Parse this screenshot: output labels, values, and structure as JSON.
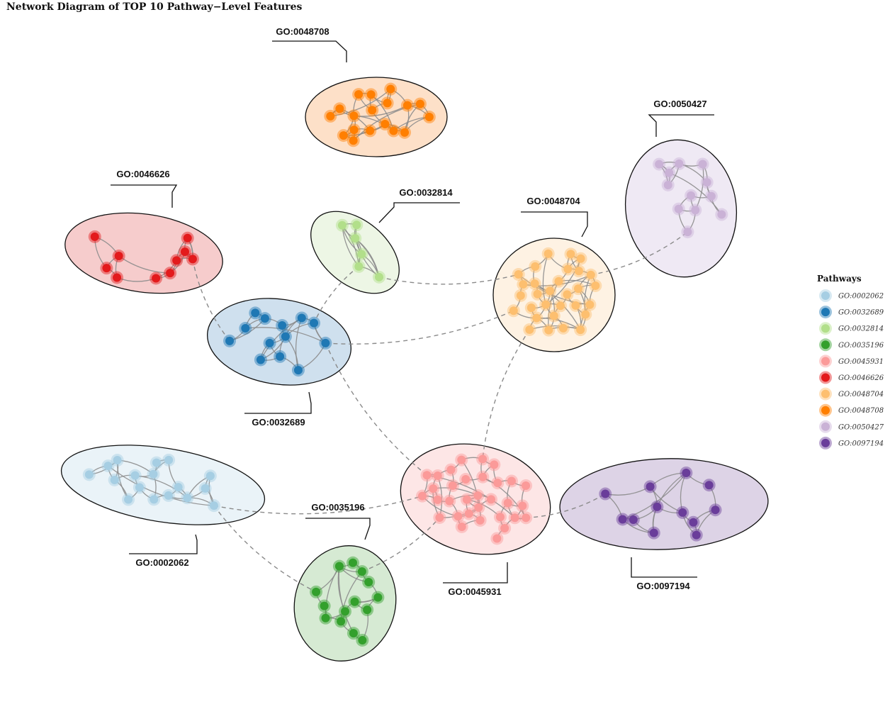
{
  "title": "Network Diagram of TOP 10 Pathway−Level Features",
  "legend": {
    "title": "Pathways",
    "items": [
      {
        "label": "GO:0002062",
        "color": "#a6cee3"
      },
      {
        "label": "GO:0032689",
        "color": "#1f78b4"
      },
      {
        "label": "GO:0032814",
        "color": "#b2df8a"
      },
      {
        "label": "GO:0035196",
        "color": "#33a02c"
      },
      {
        "label": "GO:0045931",
        "color": "#fb9a99"
      },
      {
        "label": "GO:0046626",
        "color": "#e31a1c"
      },
      {
        "label": "GO:0048704",
        "color": "#fdbf6f"
      },
      {
        "label": "GO:0048708",
        "color": "#ff7f00"
      },
      {
        "label": "GO:0050427",
        "color": "#cab2d6"
      },
      {
        "label": "GO:0097194",
        "color": "#6a3d9a"
      }
    ]
  },
  "groups": [
    {
      "id": "GO:0048708",
      "color": "#ff7f00",
      "fill": "#fde0c8",
      "node_count": 18
    },
    {
      "id": "GO:0050427",
      "color": "#cab2d6",
      "fill": "#efe9f4",
      "node_count": 12
    },
    {
      "id": "GO:0046626",
      "color": "#e31a1c",
      "fill": "#f6cccc",
      "node_count": 10
    },
    {
      "id": "GO:0032814",
      "color": "#b2df8a",
      "fill": "#edf6e5",
      "node_count": 6
    },
    {
      "id": "GO:0048704",
      "color": "#fdbf6f",
      "fill": "#fef2e3",
      "node_count": 30
    },
    {
      "id": "GO:0032689",
      "color": "#1f78b4",
      "fill": "#cfe0ee",
      "node_count": 13
    },
    {
      "id": "GO:0002062",
      "color": "#a6cee3",
      "fill": "#eaf3f8",
      "node_count": 17
    },
    {
      "id": "GO:0045931",
      "color": "#fb9a99",
      "fill": "#fde6e6",
      "node_count": 32
    },
    {
      "id": "GO:0097194",
      "color": "#6a3d9a",
      "fill": "#ddd3e6",
      "node_count": 12
    },
    {
      "id": "GO:0035196",
      "color": "#33a02c",
      "fill": "#d6ead3",
      "node_count": 14
    }
  ],
  "inter_group_links": [
    [
      "GO:0046626",
      "GO:0032689"
    ],
    [
      "GO:0032814",
      "GO:0032689"
    ],
    [
      "GO:0032814",
      "GO:0048704"
    ],
    [
      "GO:0032689",
      "GO:0048704"
    ],
    [
      "GO:0048704",
      "GO:0050427"
    ],
    [
      "GO:0032689",
      "GO:0045931"
    ],
    [
      "GO:0048704",
      "GO:0045931"
    ],
    [
      "GO:0002062",
      "GO:0045931"
    ],
    [
      "GO:0002062",
      "GO:0035196"
    ],
    [
      "GO:0035196",
      "GO:0045931"
    ],
    [
      "GO:0045931",
      "GO:0097194"
    ]
  ]
}
